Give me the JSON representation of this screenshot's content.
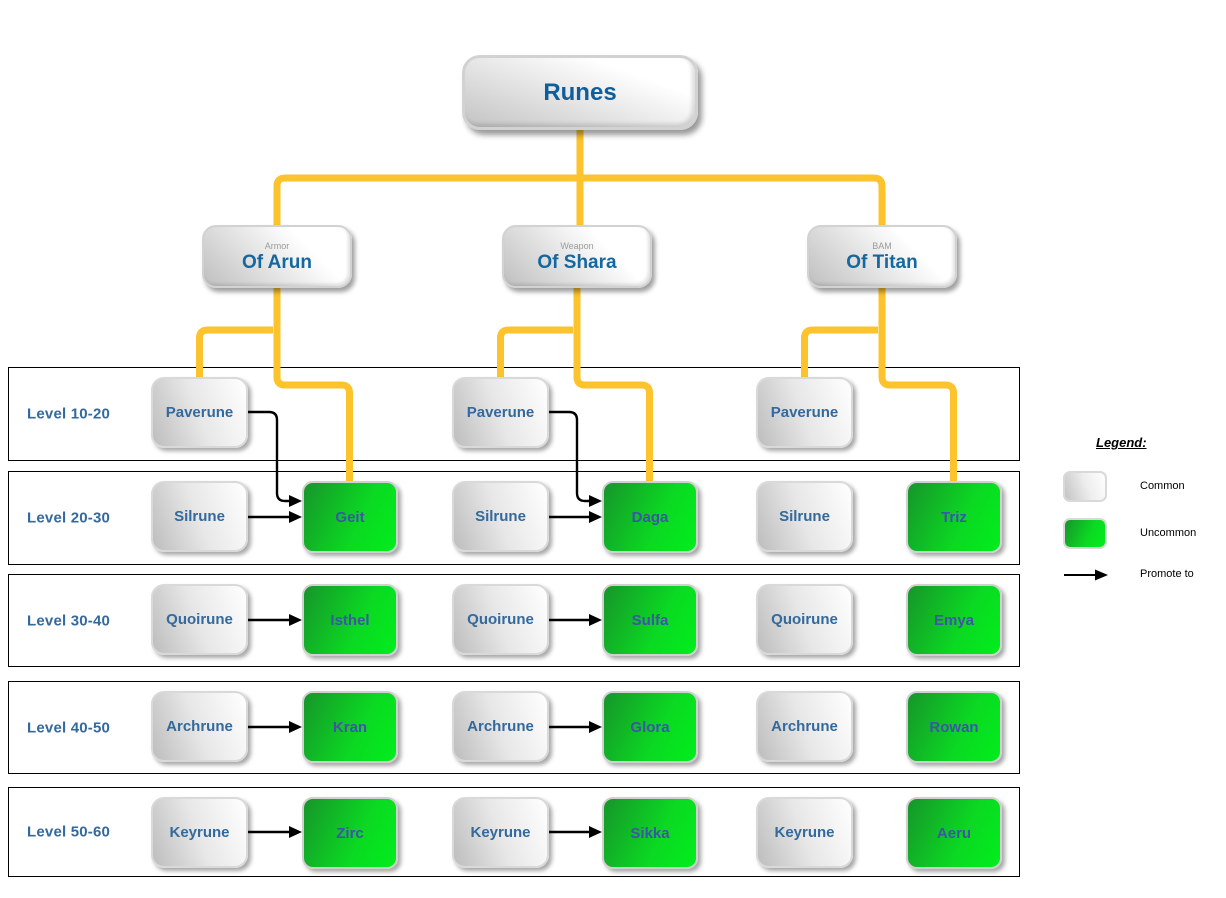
{
  "root": {
    "label": "Runes"
  },
  "branches": [
    {
      "type": "Armor",
      "label": "Of Arun"
    },
    {
      "type": "Weapon",
      "label": "Of Shara"
    },
    {
      "type": "BAM",
      "label": "Of Titan"
    }
  ],
  "rows": [
    {
      "level": "Level 10-20",
      "common": [
        "Paverune",
        "Paverune",
        "Paverune"
      ]
    },
    {
      "level": "Level 20-30",
      "common": [
        "Silrune",
        "Silrune",
        "Silrune"
      ],
      "uncommon": [
        "Geit",
        "Daga",
        "Triz"
      ]
    },
    {
      "level": "Level 30-40",
      "common": [
        "Quoirune",
        "Quoirune",
        "Quoirune"
      ],
      "uncommon": [
        "Isthel",
        "Sulfa",
        "Emya"
      ]
    },
    {
      "level": "Level 40-50",
      "common": [
        "Archrune",
        "Archrune",
        "Archrune"
      ],
      "uncommon": [
        "Kran",
        "Glora",
        "Rowan"
      ]
    },
    {
      "level": "Level 50-60",
      "common": [
        "Keyrune",
        "Keyrune",
        "Keyrune"
      ],
      "uncommon": [
        "Zirc",
        "Sikka",
        "Aeru"
      ]
    }
  ],
  "promotions": [
    {
      "column": "Of Arun",
      "edges": [
        [
          "Paverune",
          "Geit"
        ],
        [
          "Silrune",
          "Geit"
        ],
        [
          "Quoirune",
          "Isthel"
        ],
        [
          "Archrune",
          "Kran"
        ],
        [
          "Keyrune",
          "Zirc"
        ]
      ]
    },
    {
      "column": "Of Shara",
      "edges": [
        [
          "Paverune",
          "Daga"
        ],
        [
          "Silrune",
          "Daga"
        ],
        [
          "Quoirune",
          "Sulfa"
        ],
        [
          "Archrune",
          "Glora"
        ],
        [
          "Keyrune",
          "Sikka"
        ]
      ]
    },
    {
      "column": "Of Titan",
      "edges": []
    }
  ],
  "legend": {
    "title": "Legend:",
    "items": [
      {
        "swatch": "common",
        "label": "Common"
      },
      {
        "swatch": "uncommon",
        "label": "Uncommon"
      },
      {
        "swatch": "arrow",
        "label": "Promote to"
      }
    ]
  },
  "colors": {
    "connector_yellow": "#FCC32C",
    "green_dark": "#17952B",
    "green_bright": "#00EE1C",
    "node_text_blue": "#33699C",
    "green_text_blue": "#3C56A8",
    "heading_blue": "#0E5E9C",
    "branch_blue": "#15679F",
    "sublabel_gray": "#9B9B9B"
  }
}
